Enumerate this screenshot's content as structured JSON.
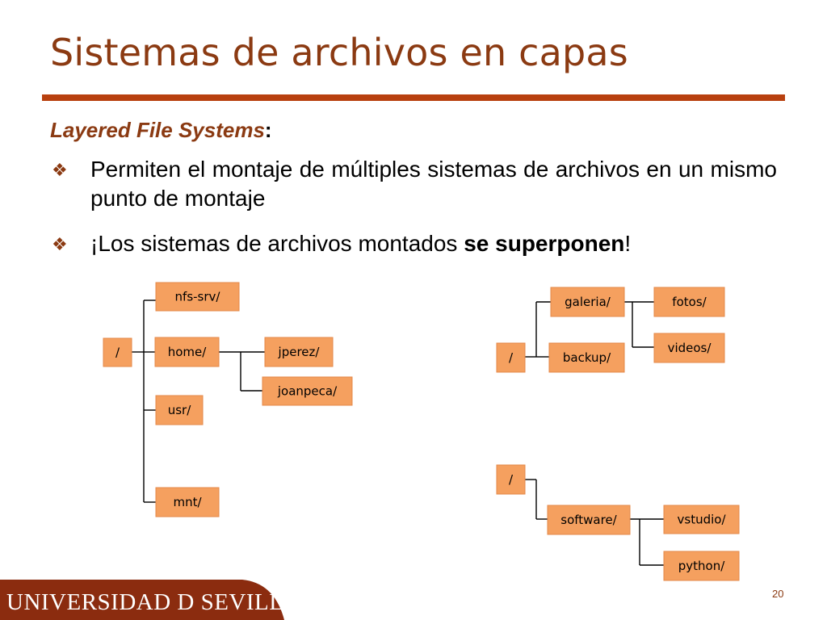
{
  "slide": {
    "title": "Sistemas de archivos en capas",
    "subtitle": "Layered File Systems",
    "subtitle_colon": ":",
    "bullets": [
      {
        "parts": [
          {
            "text": "Permiten el montaje de ",
            "bold": false
          },
          {
            "text": "múltiples",
            "bold": false
          },
          {
            "text": " sistemas de archivos en un mismo punto de montaje",
            "bold": false
          }
        ]
      },
      {
        "parts": [
          {
            "text": "¡Los sistemas de archivos montados ",
            "bold": false
          },
          {
            "text": "se superponen",
            "bold": true
          },
          {
            "text": "!",
            "bold": false
          }
        ]
      }
    ],
    "bullet_icon": "diamond-quad-icon",
    "page_number": "20"
  },
  "footer": {
    "institution": "UNIVERSIDAD D SEVILLA"
  },
  "colors": {
    "title": "#8b3a12",
    "rule": "#b8400f",
    "node_fill": "#f5a05f",
    "footer": "#8b2c0f"
  },
  "trees": {
    "left": {
      "root": "/",
      "children": [
        "nfs-srv/",
        "home/",
        "usr/",
        "mnt/"
      ],
      "home_children": [
        "jperez/",
        "joanpeca/"
      ]
    },
    "right_top": {
      "root": "/",
      "children": [
        "galeria/",
        "backup/"
      ],
      "galeria_children": [
        "fotos/",
        "videos/"
      ]
    },
    "right_bottom": {
      "root": "/",
      "children": [
        "software/"
      ],
      "software_children": [
        "vstudio/",
        "python/"
      ]
    }
  }
}
